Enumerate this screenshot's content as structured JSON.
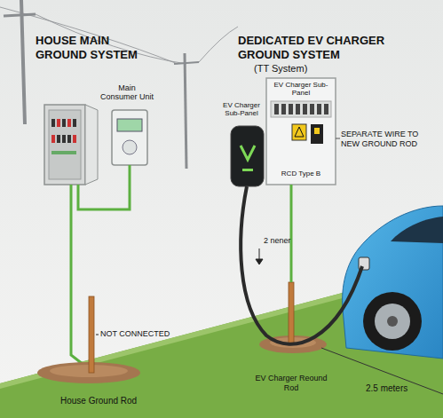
{
  "diagram": {
    "nodes": [
      {
        "text": [
          "Main Consumer Unit"
        ]
      },
      {
        "text": [
          "EV Charger Sub-Panel"
        ]
      },
      {
        "text": [
          "EV Charger Sub-Panel",
          "RCD Type B"
        ]
      },
      {
        "text": [
          "EV Charger Reound Rod"
        ]
      }
    ],
    "edges": [
      {
        "from": 2,
        "to": 3,
        "arrow": "none"
      }
    ],
    "labels": [
      "HOUSE MAIN GROUND SYSTEM",
      "DEDICATED EV CHARGER GROUND SYSTEM",
      "(TT System)",
      "SEPARATE WIRE TO NEW GROUND ROD",
      "2 nener",
      "NOT CONNECTED",
      "House Ground Rod",
      "2.5 meters"
    ]
  }
}
